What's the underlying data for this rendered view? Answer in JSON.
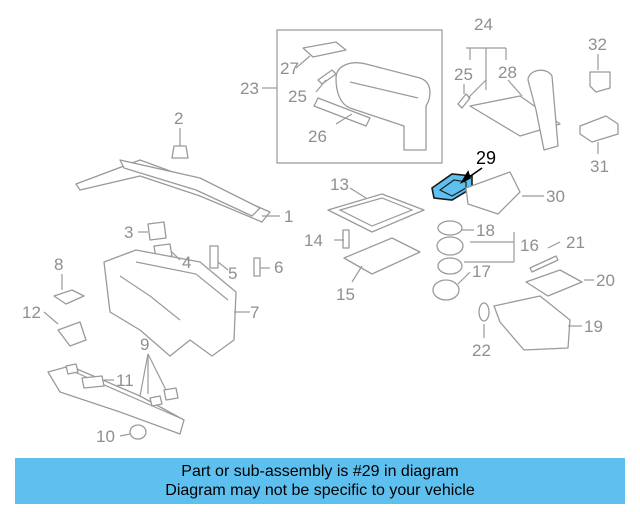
{
  "highlight_color": "#5ec0ee",
  "highlighted_part": "29",
  "callouts": [
    "1",
    "2",
    "3",
    "4",
    "5",
    "6",
    "7",
    "8",
    "9",
    "10",
    "11",
    "12",
    "13",
    "14",
    "15",
    "16",
    "17",
    "18",
    "19",
    "20",
    "21",
    "22",
    "23",
    "24",
    "25",
    "26",
    "27",
    "28",
    "29",
    "30",
    "31",
    "32"
  ],
  "banner": {
    "line1": "Part or sub-assembly is #29 in diagram",
    "line2": "Diagram may not be specific to your vehicle"
  }
}
